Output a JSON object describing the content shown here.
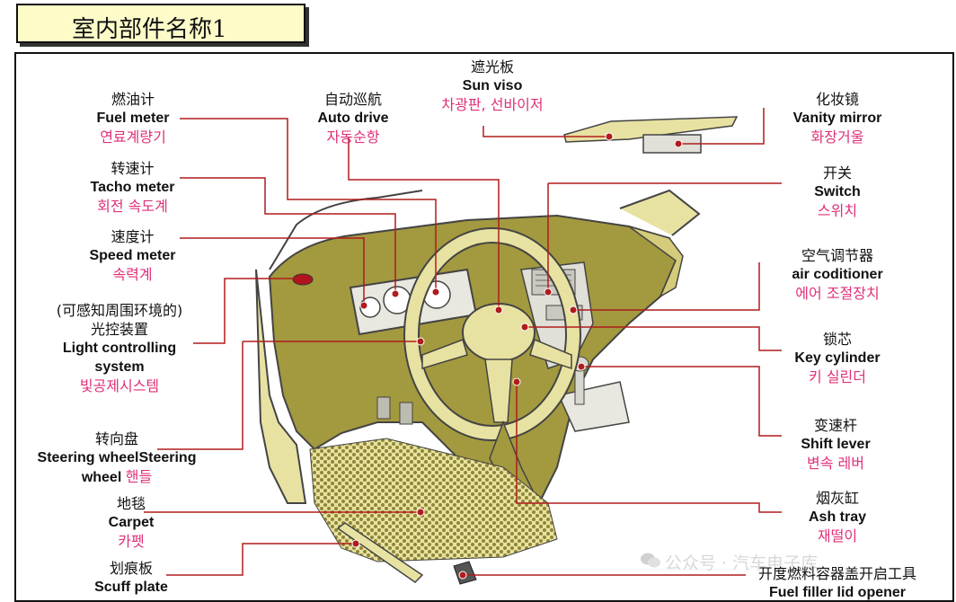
{
  "title": "室内部件名称1",
  "colors": {
    "body": "#a3993f",
    "light": "#e8e2a2",
    "leader": "#b01c1c",
    "korean": "#e0307a"
  },
  "labels": {
    "sun_visor": {
      "zh": "遮光板",
      "en": "Sun viso",
      "ko": "차광판, 선바이저"
    },
    "fuel_meter": {
      "zh": "燃油计",
      "en": "Fuel meter",
      "ko": "연료계량기"
    },
    "auto_drive": {
      "zh": "自动巡航",
      "en": "Auto drive",
      "ko": "자동순항"
    },
    "vanity_mirror": {
      "zh": "化妆镜",
      "en": "Vanity mirror",
      "ko": "화장거울"
    },
    "tacho_meter": {
      "zh": "转速计",
      "en": "Tacho meter",
      "ko": "회전 속도계"
    },
    "switch": {
      "zh": "开关",
      "en": "Switch",
      "ko": "스위치"
    },
    "speed_meter": {
      "zh": "速度计",
      "en": "Speed meter",
      "ko": "속력계"
    },
    "air_conditioner": {
      "zh": "空气调节器",
      "en": "air coditioner",
      "ko": "에어 조절장치"
    },
    "light_control": {
      "zh1": "(可感知周围环境的)",
      "zh2": "光控装置",
      "en1": "Light controlling",
      "en2": "system",
      "ko": "빛공제시스템"
    },
    "key_cylinder": {
      "zh": "锁芯",
      "en": "Key cylinder",
      "ko": "키 실린더"
    },
    "steering_wheel": {
      "zh": "转向盘",
      "en1": "Steering wheelSteering",
      "en2": "wheel",
      "ko": "핸들"
    },
    "shift_lever": {
      "zh": "变速杆",
      "en": "Shift lever",
      "ko": "변속 레버"
    },
    "carpet": {
      "zh": "地毯",
      "en": "Carpet",
      "ko": "카펫"
    },
    "ash_tray": {
      "zh": "烟灰缸",
      "en": "Ash tray",
      "ko": "재떨이"
    },
    "scuff_plate": {
      "zh": "划痕板",
      "en": "Scuff plate"
    },
    "fuel_filler": {
      "zh": "开度燃料容器盖开启工具",
      "en": "Fuel filler lid opener"
    }
  },
  "watermark": "公众号 · 汽车电子库"
}
